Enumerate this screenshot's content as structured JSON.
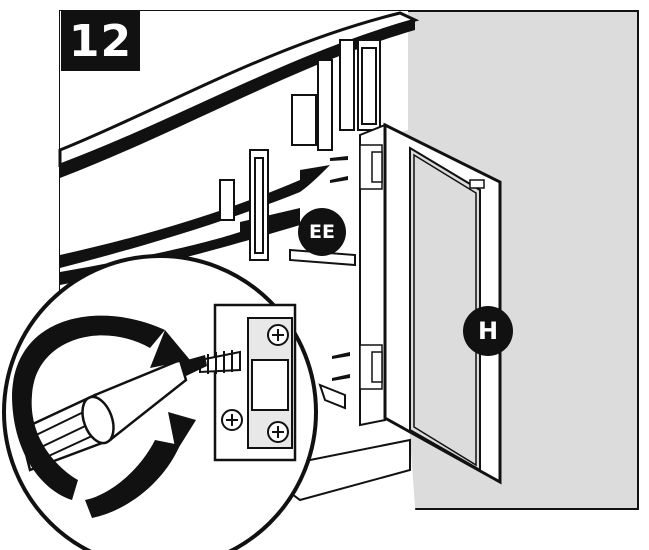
{
  "step": {
    "number": "12"
  },
  "callouts": {
    "fastener": "EE",
    "door": "H"
  },
  "colors": {
    "background_panel": "#dcdcdc",
    "ink": "#111111",
    "paper": "#ffffff"
  },
  "icons": [
    "screwdriver-icon",
    "rotation-arrow-icon",
    "hinge-icon",
    "screw-icon"
  ]
}
